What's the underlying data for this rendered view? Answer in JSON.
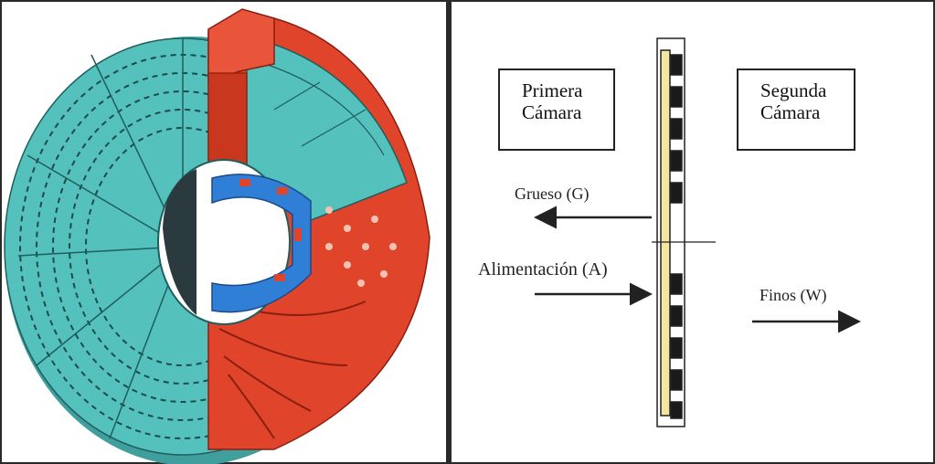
{
  "diagram": {
    "left_panel": {
      "illustration": "grinding-mill-diaphragm-cutaway",
      "colors": {
        "outer_plate": "#4fb8b4",
        "shell": "#e0452c",
        "center_ring": "#2f7fd6"
      }
    },
    "right_panel": {
      "chamber_first": {
        "line1": "Primera",
        "line2": "Cámara"
      },
      "chamber_second": {
        "line1": "Segunda",
        "line2": "Cámara"
      },
      "flows": {
        "coarse": "Grueso (G)",
        "feed": "Alimentación (A)",
        "fines": "Finos (W)"
      }
    }
  }
}
